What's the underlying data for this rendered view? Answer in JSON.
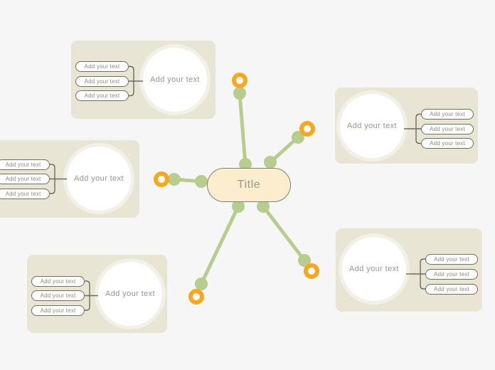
{
  "central_topic": {
    "label": "Title"
  },
  "groups": [
    {
      "id": "top-left",
      "topic": "Add your text",
      "subtopics": [
        "Add your text",
        "Add your text",
        "Add your text"
      ]
    },
    {
      "id": "middle-left",
      "topic": "Add your text",
      "subtopics": [
        "Add your text",
        "Add your text",
        "Add your text"
      ]
    },
    {
      "id": "bottom-left",
      "topic": "Add your text",
      "subtopics": [
        "Add your text",
        "Add your text",
        "Add your text"
      ]
    },
    {
      "id": "top-right",
      "topic": "Add your text",
      "subtopics": [
        "Add your text",
        "Add your text",
        "Add your text"
      ]
    },
    {
      "id": "bottom-right",
      "topic": "Add your text",
      "subtopics": [
        "Add your text",
        "Add your text",
        "Add your text"
      ]
    }
  ],
  "branches": {
    "count": 5,
    "handle_shape": "orange-ring",
    "endpoint_shape": "green-dot"
  },
  "colors": {
    "canvas_bg": "#f6f6f7",
    "group_bg": "#e9e5d4",
    "central_fill": "#fbedce",
    "central_border": "#847e6f",
    "branch_green": "#b7cd90",
    "handle_orange": "#f8a81e",
    "outline_dark": "#6f6d60",
    "text_gray": "#97968c"
  }
}
